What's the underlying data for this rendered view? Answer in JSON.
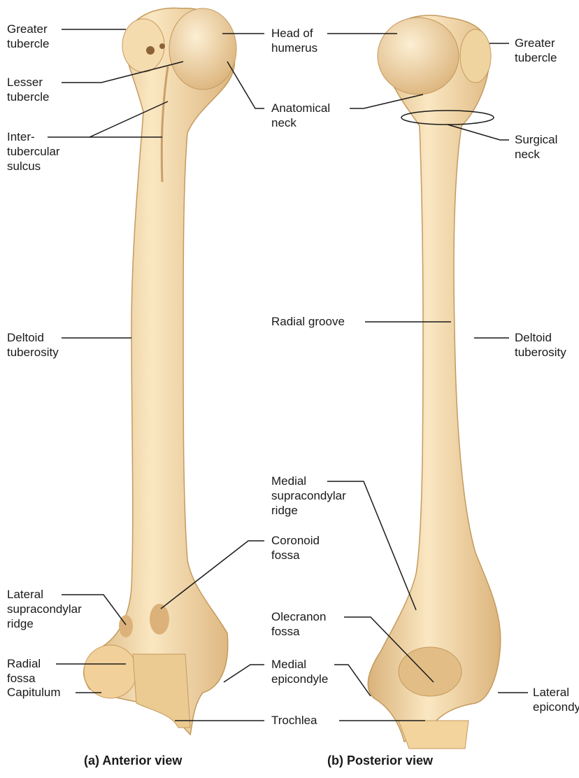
{
  "anterior": {
    "caption": "(a) Anterior view",
    "labels": {
      "greater_tubercle": "Greater\ntubercle",
      "lesser_tubercle": "Lesser\ntubercle",
      "intertubercular_sulcus": "Inter-\ntubercular\nsulcus",
      "head_of_humerus": "Head of\nhumerus",
      "anatomical_neck": "Anatomical\nneck",
      "deltoid_tuberosity": "Deltoid\ntuberosity",
      "coronoid_fossa": "Coronoid\nfossa",
      "lateral_supracondylar_ridge": "Lateral\nsupracondylar\nridge",
      "radial_fossa": "Radial\nfossa",
      "capitulum": "Capitulum",
      "medial_epicondyle": "Medial\nepicondyle",
      "trochlea": "Trochlea"
    }
  },
  "posterior": {
    "caption": "(b) Posterior view",
    "labels": {
      "greater_tubercle": "Greater\ntubercle",
      "surgical_neck": "Surgical\nneck",
      "radial_groove": "Radial groove",
      "deltoid_tuberosity": "Deltoid\ntuberosity",
      "medial_supracondylar_ridge": "Medial\nsupracondylar\nridge",
      "olecranon_fossa": "Olecranon\nfossa",
      "lateral_epicondyle": "Lateral\nepicondyle"
    }
  },
  "colors": {
    "bone": "#f3d6a4",
    "bone_shade": "#d9b27a",
    "leader": "#1a1a1a"
  }
}
